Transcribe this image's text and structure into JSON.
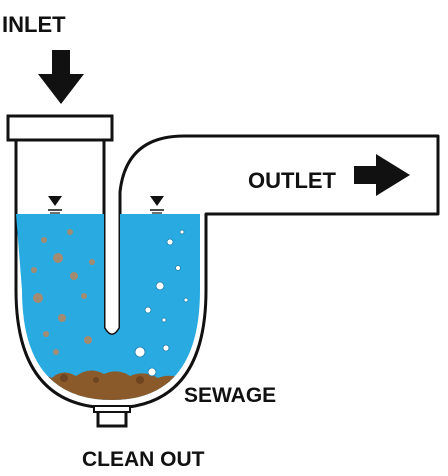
{
  "labels": {
    "inlet": "INLET",
    "outlet": "OUTLET",
    "sewage": "SEWAGE",
    "clean_out": "CLEAN OUT"
  },
  "colors": {
    "water": "#29abe2",
    "pipe_outline": "#111111",
    "pipe_fill": "#ffffff",
    "sewage": "#8b5a2b",
    "debris": "#a38b71",
    "bubbles": "#ffffff",
    "text": "#111111"
  },
  "icons": {
    "inlet_arrow": "arrow-down-icon",
    "outlet_arrow": "arrow-right-icon",
    "water_level_marker": "water-level-icon"
  }
}
